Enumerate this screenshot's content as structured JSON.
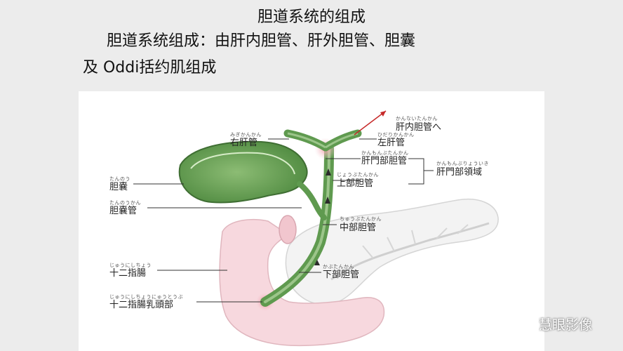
{
  "slide": {
    "title": "胆道系统的组成",
    "body_line1": "胆道系统组成：由肝内胆管、肝外胆管、胆囊",
    "body_line2": "及 Oddi括约肌组成"
  },
  "diagram": {
    "labels": [
      {
        "id": "intrahepatic",
        "text": "肝内胆管へ",
        "ruby": "かんないたんかん"
      },
      {
        "id": "right-hepatic",
        "text": "右肝管",
        "ruby": "みぎかんかん"
      },
      {
        "id": "left-hepatic",
        "text": "左肝管",
        "ruby": "ひだりかんかん"
      },
      {
        "id": "hilar-duct",
        "text": "肝門部胆管",
        "ruby": "かんもんぶたんかん"
      },
      {
        "id": "hilar-region",
        "text": "肝門部領域",
        "ruby": "かんもんぶりょういき"
      },
      {
        "id": "gallbladder",
        "text": "胆嚢",
        "ruby": "たんのう"
      },
      {
        "id": "upper-duct",
        "text": "上部胆管",
        "ruby": "じょうぶたんかん"
      },
      {
        "id": "cystic-duct",
        "text": "胆嚢管",
        "ruby": "たんのうかん"
      },
      {
        "id": "middle-duct",
        "text": "中部胆管",
        "ruby": "ちゅうぶたんかん"
      },
      {
        "id": "duodenum",
        "text": "十二指腸",
        "ruby": "じゅうにしちょう"
      },
      {
        "id": "lower-duct",
        "text": "下部胆管",
        "ruby": "かぶたんかん"
      },
      {
        "id": "papilla",
        "text": "十二指腸乳頭部",
        "ruby": "じゅうにしちょうにゅうとうぶ"
      }
    ]
  },
  "watermark": {
    "text": "慧眼影像",
    "icon": "wechat-icon"
  },
  "colors": {
    "duct_green": "#5f9a4f",
    "duct_light": "#9cc58a",
    "pancreas": "#f4f4f4",
    "duodenum_pink": "#f7d6dc",
    "arrow_red": "#c62828"
  }
}
